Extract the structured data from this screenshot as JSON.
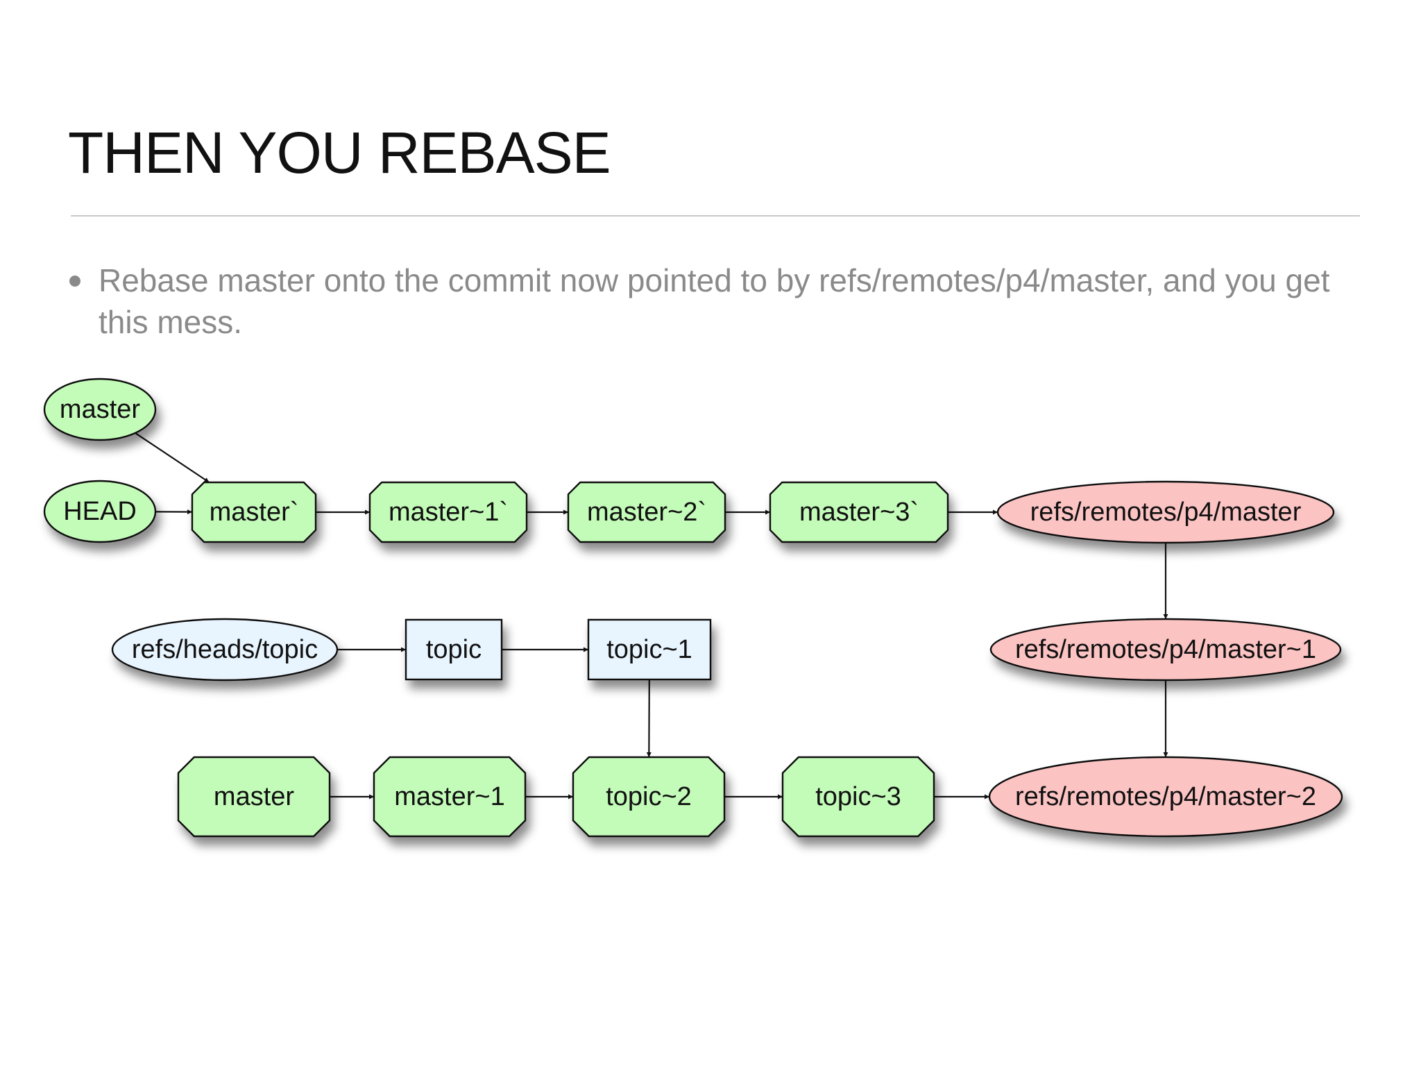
{
  "slide": {
    "title": "THEN YOU REBASE",
    "bullets": [
      "Rebase master onto the commit now pointed to by refs/remotes/p4/master, and you get this mess."
    ]
  },
  "colors": {
    "green": "#c3fbb8",
    "pink": "#fcc3c3",
    "blue": "#e8f4fe",
    "stroke": "#111111",
    "bullet_text": "#8a8a8a",
    "title_text": "#111111"
  },
  "diagram": {
    "nodes": [
      {
        "id": "n-master-ref",
        "label": "master",
        "shape": "ellipse",
        "color": "green"
      },
      {
        "id": "n-head",
        "label": "HEAD",
        "shape": "ellipse",
        "color": "green"
      },
      {
        "id": "n-master-prime",
        "label": "master`",
        "shape": "octagon",
        "color": "green"
      },
      {
        "id": "n-master1-prime",
        "label": "master~1`",
        "shape": "octagon",
        "color": "green"
      },
      {
        "id": "n-master2-prime",
        "label": "master~2`",
        "shape": "octagon",
        "color": "green"
      },
      {
        "id": "n-master3-prime",
        "label": "master~3`",
        "shape": "octagon",
        "color": "green"
      },
      {
        "id": "n-p4-master",
        "label": "refs/remotes/p4/master",
        "shape": "ellipse",
        "color": "pink"
      },
      {
        "id": "n-heads-topic",
        "label": "refs/heads/topic",
        "shape": "ellipse",
        "color": "blue"
      },
      {
        "id": "n-topic",
        "label": "topic",
        "shape": "box",
        "color": "blue"
      },
      {
        "id": "n-topic1",
        "label": "topic~1",
        "shape": "box",
        "color": "blue"
      },
      {
        "id": "n-p4-master1",
        "label": "refs/remotes/p4/master~1",
        "shape": "ellipse",
        "color": "pink"
      },
      {
        "id": "n-master-old",
        "label": "master",
        "shape": "octagon",
        "color": "green"
      },
      {
        "id": "n-master1-old",
        "label": "master~1",
        "shape": "octagon",
        "color": "green"
      },
      {
        "id": "n-topic2",
        "label": "topic~2",
        "shape": "octagon",
        "color": "green"
      },
      {
        "id": "n-topic3",
        "label": "topic~3",
        "shape": "octagon",
        "color": "green"
      },
      {
        "id": "n-p4-master2",
        "label": "refs/remotes/p4/master~2",
        "shape": "ellipse",
        "color": "pink"
      }
    ],
    "edges": [
      {
        "from": "n-master-ref",
        "to": "n-master-prime"
      },
      {
        "from": "n-head",
        "to": "n-master-prime"
      },
      {
        "from": "n-master-prime",
        "to": "n-master1-prime"
      },
      {
        "from": "n-master1-prime",
        "to": "n-master2-prime"
      },
      {
        "from": "n-master2-prime",
        "to": "n-master3-prime"
      },
      {
        "from": "n-master3-prime",
        "to": "n-p4-master"
      },
      {
        "from": "n-p4-master",
        "to": "n-p4-master1"
      },
      {
        "from": "n-p4-master1",
        "to": "n-p4-master2"
      },
      {
        "from": "n-heads-topic",
        "to": "n-topic"
      },
      {
        "from": "n-topic",
        "to": "n-topic1"
      },
      {
        "from": "n-topic1",
        "to": "n-topic2"
      },
      {
        "from": "n-master-old",
        "to": "n-master1-old"
      },
      {
        "from": "n-master1-old",
        "to": "n-topic2"
      },
      {
        "from": "n-topic2",
        "to": "n-topic3"
      },
      {
        "from": "n-topic3",
        "to": "n-p4-master2"
      }
    ]
  }
}
